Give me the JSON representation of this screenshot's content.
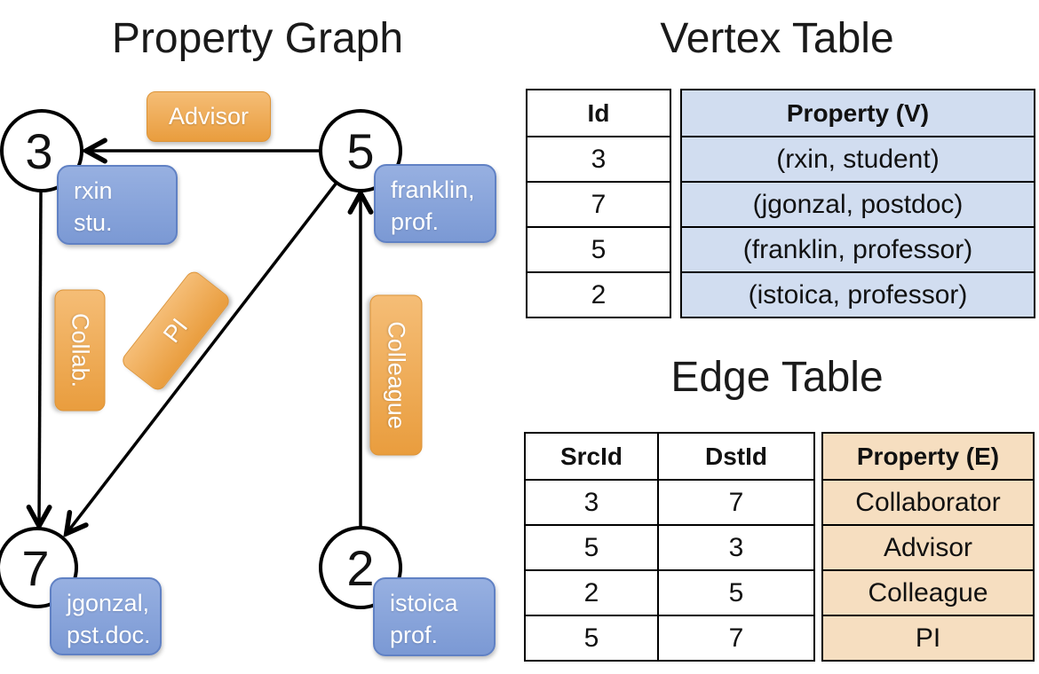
{
  "graph": {
    "title": "Property Graph",
    "nodes": [
      {
        "id": "3",
        "line1": "rxin",
        "line2": "stu."
      },
      {
        "id": "5",
        "line1": "franklin,",
        "line2": "prof."
      },
      {
        "id": "7",
        "line1": "jgonzal,",
        "line2": "pst.doc."
      },
      {
        "id": "2",
        "line1": "istoica",
        "line2": "prof."
      }
    ],
    "edge_labels": {
      "advisor": "Advisor",
      "collab": "Collab.",
      "pi": "PI",
      "colleague": "Colleague"
    }
  },
  "vertex_table": {
    "title": "Vertex Table",
    "columns": {
      "id": "Id",
      "property": "Property (V)"
    },
    "rows": [
      {
        "id": "3",
        "property": "(rxin, student)"
      },
      {
        "id": "7",
        "property": "(jgonzal, postdoc)"
      },
      {
        "id": "5",
        "property": "(franklin, professor)"
      },
      {
        "id": "2",
        "property": "(istoica, professor)"
      }
    ]
  },
  "edge_table": {
    "title": "Edge Table",
    "columns": {
      "src": "SrcId",
      "dst": "DstId",
      "property": "Property (E)"
    },
    "rows": [
      {
        "src": "3",
        "dst": "7",
        "property": "Collaborator"
      },
      {
        "src": "5",
        "dst": "3",
        "property": "Advisor"
      },
      {
        "src": "2",
        "dst": "5",
        "property": "Colleague"
      },
      {
        "src": "5",
        "dst": "7",
        "property": "PI"
      }
    ]
  },
  "colors": {
    "edge_label_orange_top": "#f5bd76",
    "edge_label_orange_bottom": "#e99d3e",
    "vertex_label_blue_top": "#97b0e1",
    "vertex_label_blue_bottom": "#7b99d4",
    "vertex_property_cell_bg": "#d1ddf0",
    "edge_property_cell_bg": "#f6dec0",
    "line_color": "#000000"
  }
}
